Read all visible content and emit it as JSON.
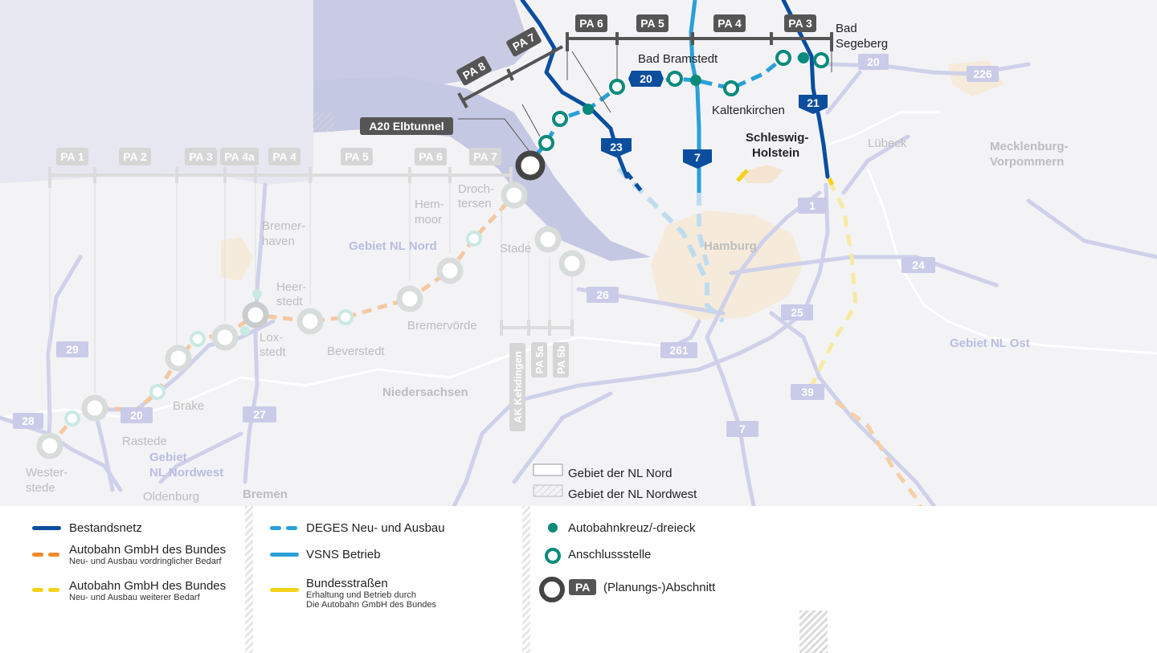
{
  "north_pa_labels": [
    "PA 8",
    "PA 7",
    "PA 6",
    "PA 5",
    "PA 4",
    "PA 3"
  ],
  "west_pa_labels": [
    "PA 1",
    "PA 2",
    "PA 3",
    "PA 4a",
    "PA 4",
    "PA 5",
    "PA 6",
    "PA 7"
  ],
  "vertical_pa_labels": [
    "AK Kehdingen",
    "PA 5a",
    "PA 5b"
  ],
  "tunnel_label": "A20 Elbtunnel",
  "places": {
    "bad_segeberg": [
      "Bad",
      "Segeberg"
    ],
    "bad_bramstedt": "Bad Bramstedt",
    "kaltenkirchen": "Kaltenkirchen",
    "schleswig_holstein": [
      "Schleswig-",
      "Holstein"
    ],
    "luebeck": "Lübeck",
    "mecklenburg": [
      "Mecklenburg-",
      "Vorpommern"
    ],
    "hamburg": "Hamburg",
    "hemmoor": [
      "Hem-",
      "moor"
    ],
    "drochtersen": [
      "Droch-",
      "tersen"
    ],
    "stade": "Stade",
    "bremerhaven": [
      "Bremer-",
      "haven"
    ],
    "heerstedt": [
      "Heer-",
      "stedt"
    ],
    "loxstedt": [
      "Lox-",
      "stedt"
    ],
    "beverstedt": "Beverstedt",
    "bremervoerde": "Bremervörde",
    "brake": "Brake",
    "rastede": "Rastede",
    "westerstede": [
      "Wester-",
      "stede"
    ],
    "oldenburg": "Oldenburg",
    "bremen": "Bremen",
    "niedersachsen": "Niedersachsen",
    "nl_nord": "Gebiet NL Nord",
    "nl_nordwest": [
      "Gebiet",
      "NL Nordwest"
    ],
    "nl_ost": "Gebiet NL Ost"
  },
  "road_shields": {
    "a20_north": "20",
    "a20_east": "20",
    "a23": "23",
    "a7_north": "7",
    "a21": "21",
    "b226": "226",
    "a1": "1",
    "a24": "24",
    "a25": "25",
    "a26": "26",
    "a261": "261",
    "a39": "39",
    "a7_south": "7",
    "a29": "29",
    "a28": "28",
    "a20_west": "20",
    "a27": "27"
  },
  "map_legend": {
    "nl_nord": "Gebiet der NL Nord",
    "nl_nordwest": "Gebiet der NL Nordwest"
  },
  "legend": {
    "bestandsnetz": "Bestandsnetz",
    "autobahn_vordringlich": "Autobahn GmbH des Bundes",
    "autobahn_vordringlich_sub": "Neu- und Ausbau vordringlicher Bedarf",
    "autobahn_weiterer": "Autobahn GmbH des Bundes",
    "autobahn_weiterer_sub": "Neu- und Ausbau weiterer Bedarf",
    "deges": "DEGES Neu- und Ausbau",
    "vsns": "VSNS Betrieb",
    "bundesstrassen": "Bundesstraßen",
    "bundesstrassen_sub1": "Erhaltung und Betrieb durch",
    "bundesstrassen_sub2": "Die Autobahn GmbH des Bundes",
    "kreuz": "Autobahnkreuz/-dreieck",
    "anschluss": "Anschlussstelle",
    "pa_badge": "PA",
    "pa_text": "(Planungs-)Abschnitt"
  },
  "colors": {
    "bestandsnetz": "#0b4e9e",
    "deges": "#2a9fd8",
    "vsns": "#2a9fd8",
    "vordringlich": "#f08a2a",
    "weiterer": "#f5d21a",
    "teal": "#0a8a7a",
    "pa_ring": "#444444"
  }
}
